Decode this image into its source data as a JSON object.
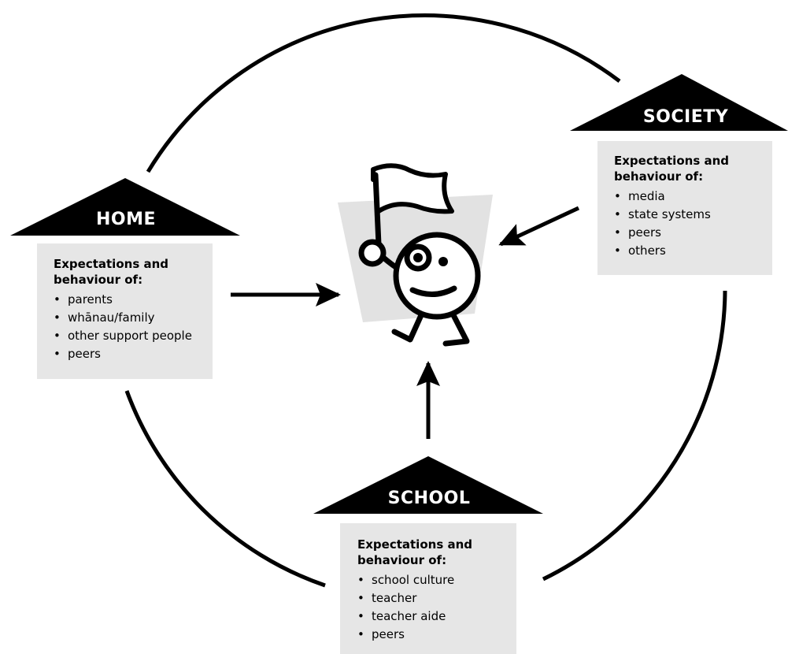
{
  "nodes": {
    "home": {
      "title": "HOME",
      "heading": "Expectations and behaviour of:",
      "items": [
        "parents",
        "whānau/family",
        "other support people",
        "peers"
      ]
    },
    "society": {
      "title": "SOCIETY",
      "heading": "Expectations and behaviour of:",
      "items": [
        "media",
        "state systems",
        "peers",
        "others"
      ]
    },
    "school": {
      "title": "SCHOOL",
      "heading": "Expectations and behaviour of:",
      "items": [
        "school culture",
        "teacher",
        "teacher aide",
        "peers"
      ]
    }
  },
  "center": {
    "figure": "child-with-flag-icon"
  },
  "colors": {
    "ink": "#000000",
    "box_fill": "#e6e6e6",
    "figure_backdrop": "#e2e2e2",
    "roof_text": "#ffffff"
  }
}
